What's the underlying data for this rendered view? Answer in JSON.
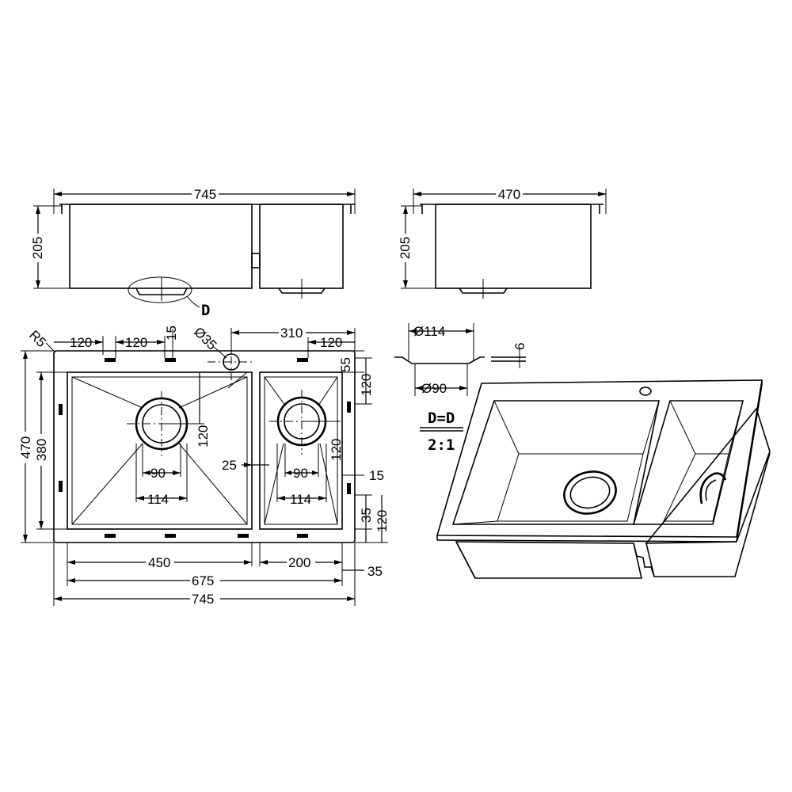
{
  "front_view": {
    "width": "745",
    "height": "205",
    "section_marker": "D"
  },
  "side_view": {
    "width": "470",
    "height": "205"
  },
  "plan_view": {
    "corner_radius": "R5",
    "top_dims": {
      "left_120": "120",
      "mid_120": "120",
      "d15": "15",
      "tap_hole": "Ø35",
      "d310": "310",
      "right_120": "120"
    },
    "right_dims": {
      "d55": "55",
      "d120_top": "120",
      "d15_right": "15",
      "d35": "35",
      "d120_bottom": "120"
    },
    "left_dims": {
      "d470": "470",
      "d380": "380"
    },
    "main_bowl": {
      "drain_offset": "120",
      "d90": "90",
      "d114": "114"
    },
    "small_bowl": {
      "d120": "120",
      "d90": "90",
      "d114": "114",
      "divider": "25"
    },
    "bottom_dims": {
      "d450": "450",
      "d200": "200",
      "d35": "35",
      "d675": "675",
      "d745": "745"
    }
  },
  "detail": {
    "outer_dia": "Ø114",
    "inner_dia": "Ø90",
    "thickness": "6",
    "title": "D=D",
    "scale": "2:1"
  }
}
